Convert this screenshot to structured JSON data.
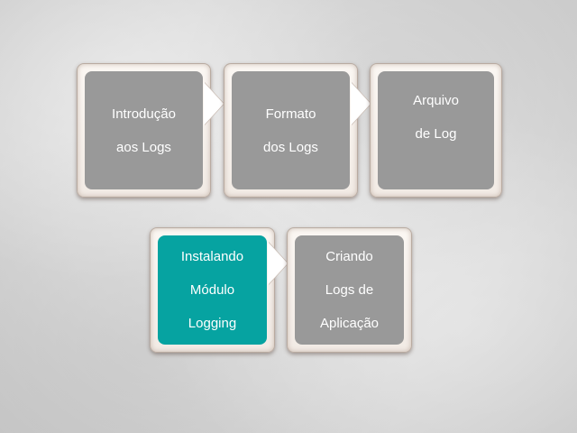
{
  "steps": [
    {
      "lines": [
        "Introdução",
        "aos Logs"
      ],
      "active": false
    },
    {
      "lines": [
        "Formato",
        "dos Logs"
      ],
      "active": false
    },
    {
      "lines": [
        "Arquivo",
        "de Log"
      ],
      "active": false
    },
    {
      "lines": [
        "Instalando",
        "Módulo",
        "Logging"
      ],
      "active": true
    },
    {
      "lines": [
        "Criando",
        "Logs de",
        "Aplicação"
      ],
      "active": false
    }
  ],
  "colors": {
    "box": "#999999",
    "active": "#06a3a1",
    "frame": "#f5efe9",
    "text": "#ffffff"
  }
}
